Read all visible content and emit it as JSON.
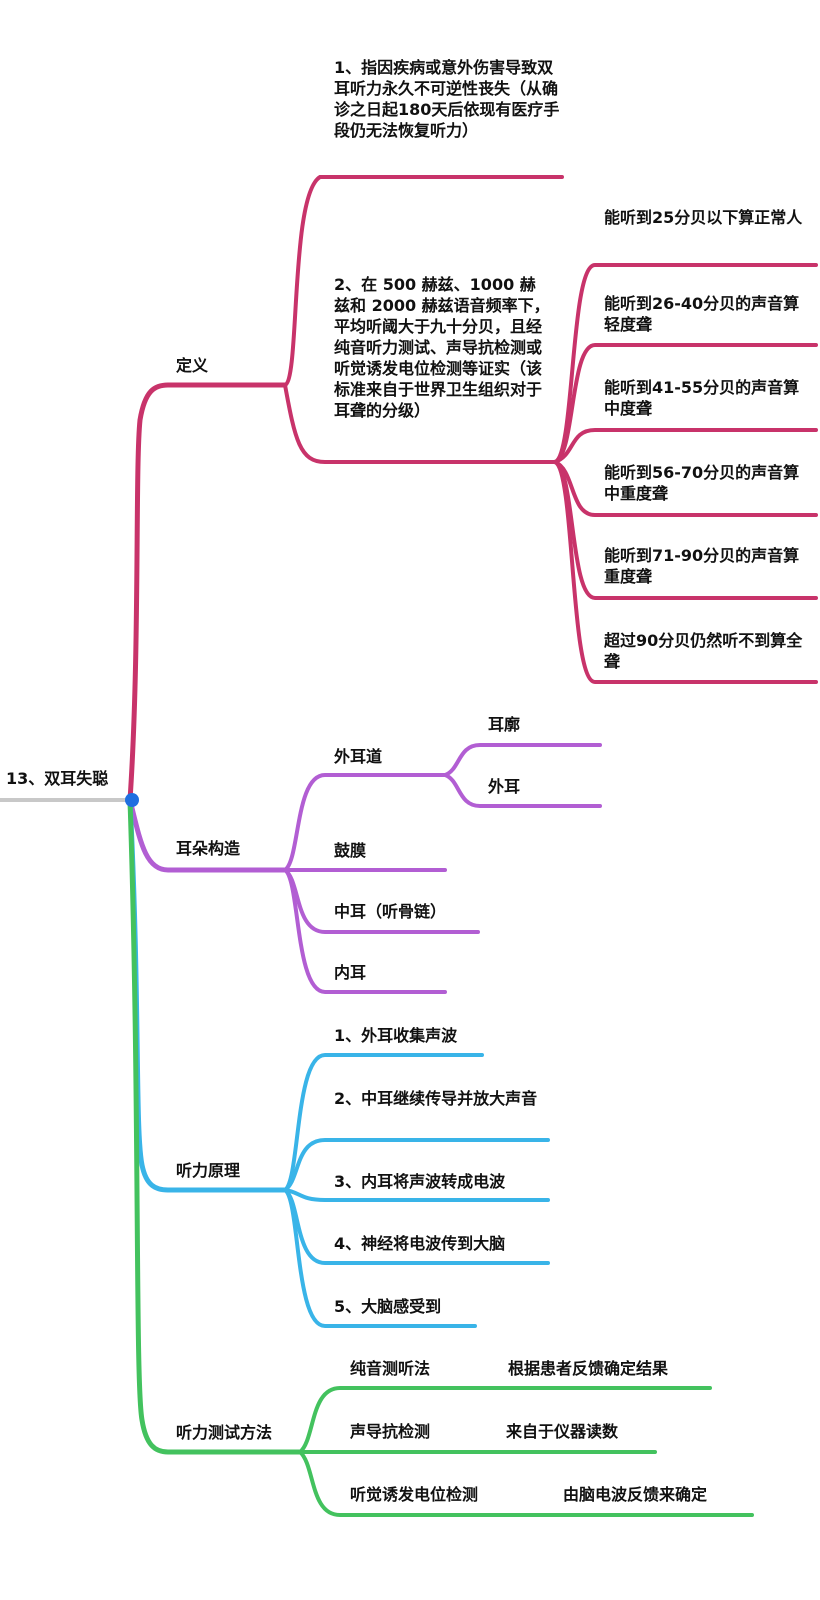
{
  "root": {
    "label": "13、双耳失聪"
  },
  "colors": {
    "definition": "#c8336a",
    "ear": "#b25ed3",
    "principle": "#39b4e8",
    "test": "#43c25e",
    "root_line": "#c8c8c8",
    "root_dot": "#1f6fe0"
  },
  "branches": {
    "definition": {
      "label": "定义",
      "items": [
        "1、指因疾病或意外伤害导致双耳听力永久不可逆性丧失（从确诊之日起180天后依现有医疗手段仍无法恢复听力）",
        "2、在 500 赫兹、1000 赫兹和 2000 赫兹语音频率下，平均听阈大于九十分贝，且经纯音听力测试、声导抗检测或听觉诱发电位检测等证实（该标准来自于世界卫生组织对于耳聋的分级）"
      ],
      "grades": [
        "能听到25分贝以下算正常人",
        "能听到26-40分贝的声音算轻度聋",
        "能听到41-55分贝的声音算中度聋",
        "能听到56-70分贝的声音算中重度聋",
        "能听到71-90分贝的声音算重度聋",
        "超过90分贝仍然听不到算全聋"
      ]
    },
    "ear": {
      "label": "耳朵构造",
      "items": [
        "外耳道",
        "鼓膜",
        "中耳（听骨链）",
        "内耳"
      ],
      "outer_sub": [
        "耳廓",
        "外耳"
      ]
    },
    "principle": {
      "label": "听力原理",
      "items": [
        "1、外耳收集声波",
        "2、中耳继续传导并放大声音",
        "3、内耳将声波转成电波",
        "4、神经将电波传到大脑",
        "5、大脑感受到"
      ]
    },
    "test": {
      "label": "听力测试方法",
      "items": [
        {
          "method": "纯音测听法",
          "basis": "根据患者反馈确定结果"
        },
        {
          "method": "声导抗检测",
          "basis": "来自于仪器读数"
        },
        {
          "method": "听觉诱发电位检测",
          "basis": "由脑电波反馈来确定"
        }
      ]
    }
  }
}
